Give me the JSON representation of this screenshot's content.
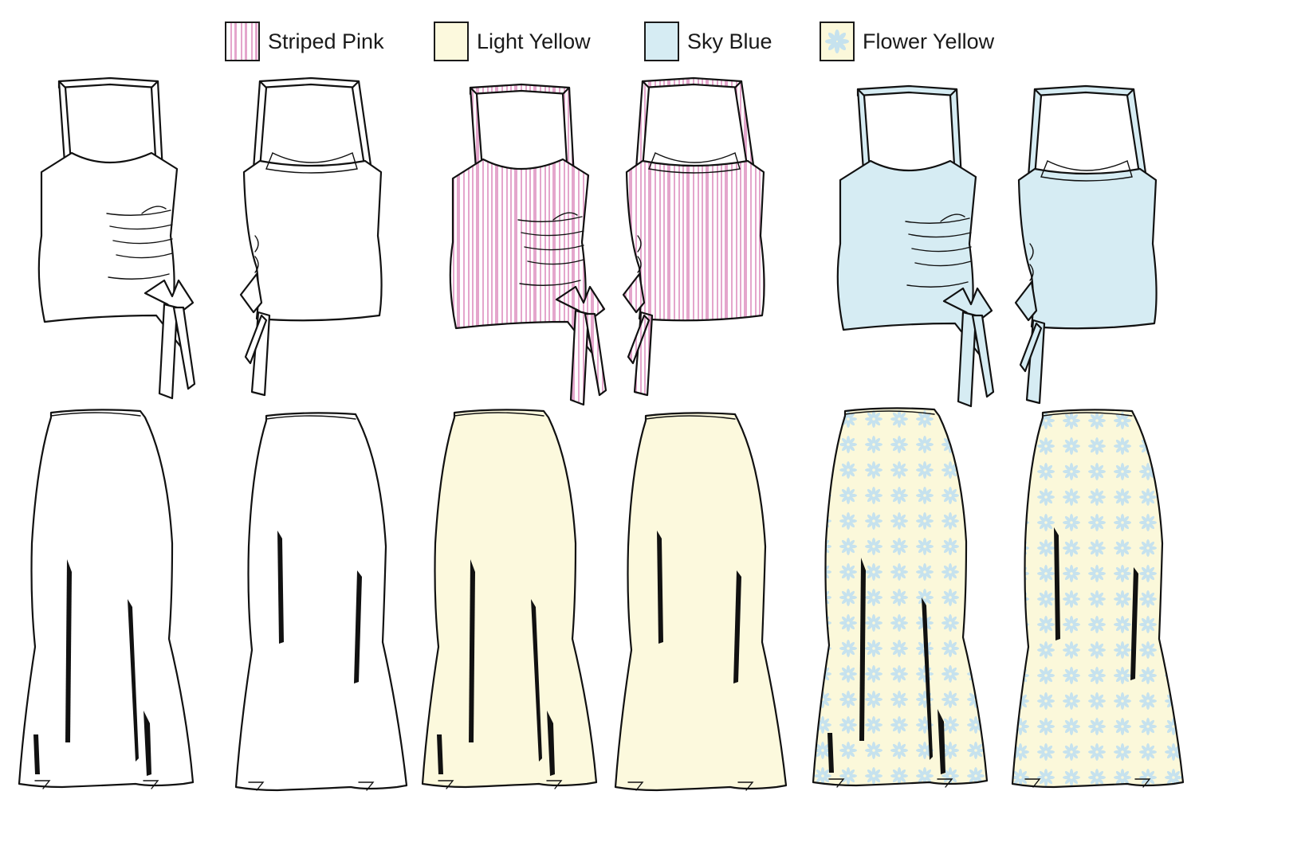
{
  "legend": [
    {
      "label": "Striped Pink",
      "swatch": "striped-pink"
    },
    {
      "label": "Light Yellow",
      "swatch": "light-yellow"
    },
    {
      "label": "Sky Blue",
      "swatch": "sky-blue"
    },
    {
      "label": "Flower Yellow",
      "swatch": "flower-yellow"
    }
  ],
  "colors": {
    "outline": "#111111",
    "white": "#ffffff",
    "pink_stripe": "#e4a6cc",
    "light_yellow": "#fcf9dd",
    "sky_blue": "#d6ecf3",
    "flower_bg": "#fbf8da",
    "flower_petal": "#c6e2ee"
  },
  "garments": [
    {
      "name": "tank-front",
      "fill": "white",
      "column": 1
    },
    {
      "name": "tank-back",
      "fill": "white",
      "column": 2
    },
    {
      "name": "tank-front",
      "fill": "striped-pink",
      "column": 3
    },
    {
      "name": "tank-back",
      "fill": "striped-pink",
      "column": 4
    },
    {
      "name": "tank-front",
      "fill": "sky-blue",
      "column": 5
    },
    {
      "name": "tank-back",
      "fill": "sky-blue",
      "column": 6
    },
    {
      "name": "skirt-front",
      "fill": "white",
      "column": 1
    },
    {
      "name": "skirt-back",
      "fill": "white",
      "column": 2
    },
    {
      "name": "skirt-front",
      "fill": "light-yellow",
      "column": 3
    },
    {
      "name": "skirt-back",
      "fill": "light-yellow",
      "column": 4
    },
    {
      "name": "skirt-front",
      "fill": "flower-yellow",
      "column": 5
    },
    {
      "name": "skirt-back",
      "fill": "flower-yellow",
      "column": 6
    }
  ]
}
